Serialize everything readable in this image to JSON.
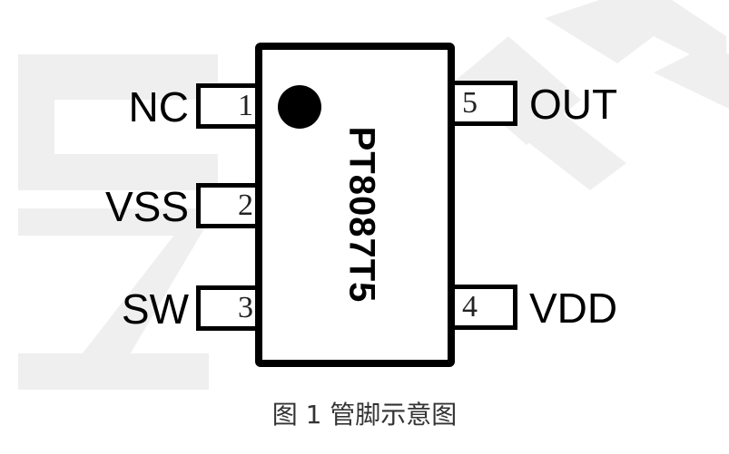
{
  "chip": {
    "part_number": "PT8087T5"
  },
  "pins": {
    "p1": {
      "number": "1",
      "name": "NC"
    },
    "p2": {
      "number": "2",
      "name": "VSS"
    },
    "p3": {
      "number": "3",
      "name": "SW"
    },
    "p4": {
      "number": "4",
      "name": "VDD"
    },
    "p5": {
      "number": "5",
      "name": "OUT"
    }
  },
  "caption": "图 1 管脚示意图",
  "colors": {
    "outline": "#000000",
    "watermark": "#efefef",
    "background": "#ffffff"
  }
}
